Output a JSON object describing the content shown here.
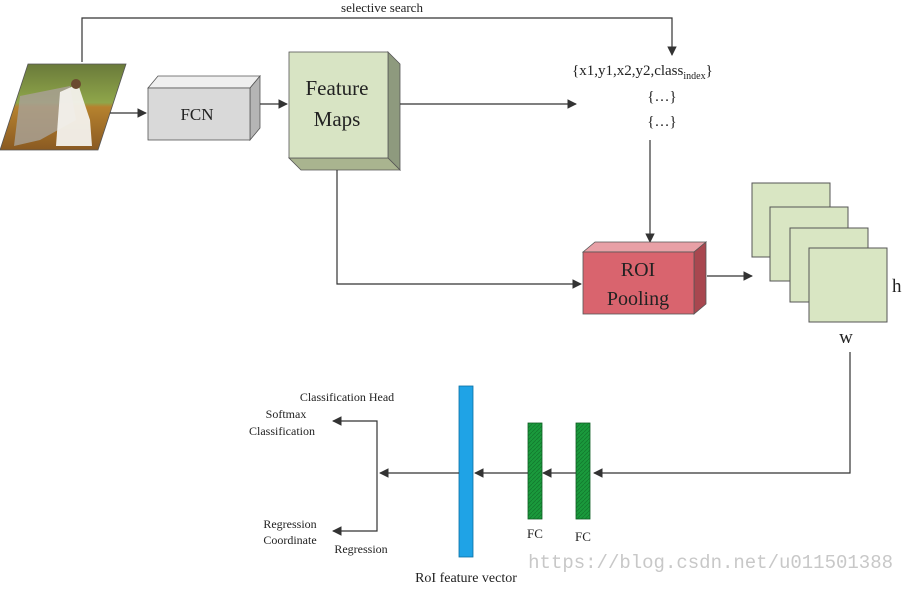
{
  "diagram": {
    "selective_search_label": "selective search",
    "fcn_label": "FCN",
    "feature_maps_label_line1": "Feature",
    "feature_maps_label_line2": "Maps",
    "roi_set_prefix": "{x1,y1,x2,y2,class",
    "roi_set_subscript": "index",
    "roi_set_suffix": "}",
    "roi_set_more_1": "{…}",
    "roi_set_more_2": "{…}",
    "roi_pooling_line1": "ROI",
    "roi_pooling_line2": "Pooling",
    "h_label": "h",
    "w_label": "w",
    "classification_head_label": "Classification Head",
    "softmax_line1": "Softmax",
    "softmax_line2": "Classification",
    "regression_coord_line1": "Regression",
    "regression_coord_line2": "Coordinate",
    "regression_label": "Regression",
    "fc1_label": "FC",
    "fc2_label": "FC",
    "roi_feature_vector_label": "RoI feature vector",
    "watermark": "https://blog.csdn.net/u011501388",
    "colors": {
      "fcn_box": "#d9d9d9",
      "feature_maps_box": "#d8e4c4",
      "roi_pooling_box": "#d9646e",
      "output_maps": "#d9e6c3",
      "feature_vector_bar": "#1fa3e6",
      "fc_bar": "#1a9a3c",
      "arrow": "#333333"
    }
  }
}
